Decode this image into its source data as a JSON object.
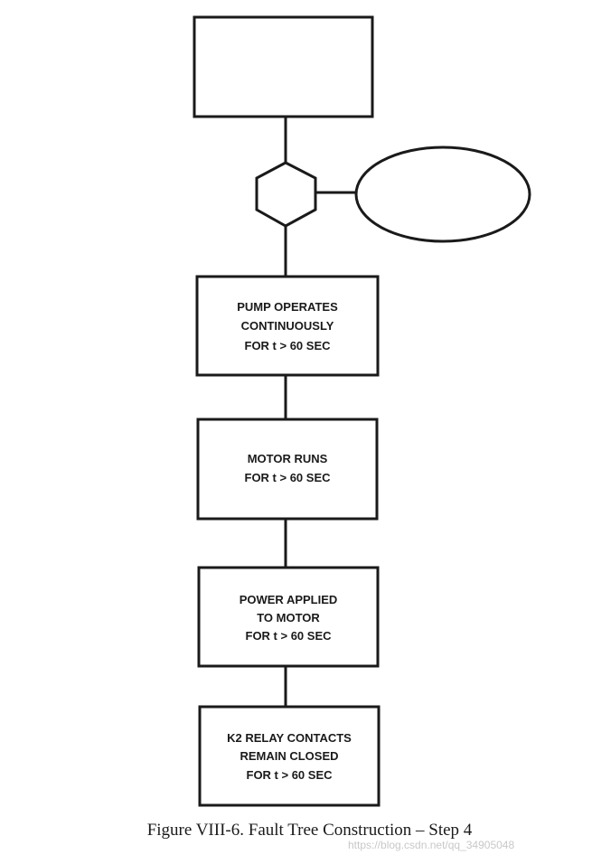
{
  "diagram": {
    "type": "fault-tree",
    "top_event": {
      "label": ""
    },
    "gate": {
      "kind": "inhibit-gate",
      "shape": "hexagon"
    },
    "condition": {
      "label": "",
      "shape": "ellipse"
    },
    "events": [
      {
        "id": "pump",
        "lines": [
          "PUMP OPERATES",
          "CONTINUOUSLY",
          "FOR t > 60 SEC"
        ]
      },
      {
        "id": "motor",
        "lines": [
          "MOTOR RUNS",
          "FOR t > 60 SEC"
        ]
      },
      {
        "id": "power",
        "lines": [
          "POWER APPLIED",
          "TO MOTOR",
          "FOR t > 60 SEC"
        ]
      },
      {
        "id": "relay",
        "lines": [
          "K2 RELAY CONTACTS",
          "REMAIN CLOSED",
          "FOR t > 60 SEC"
        ]
      }
    ]
  },
  "caption": "Figure VIII-6.  Fault Tree Construction – Step 4",
  "watermark": "https://blog.csdn.net/qq_34905048",
  "colors": {
    "line": "#1a1a1a",
    "text": "#1a1a1a",
    "background": "#ffffff"
  }
}
